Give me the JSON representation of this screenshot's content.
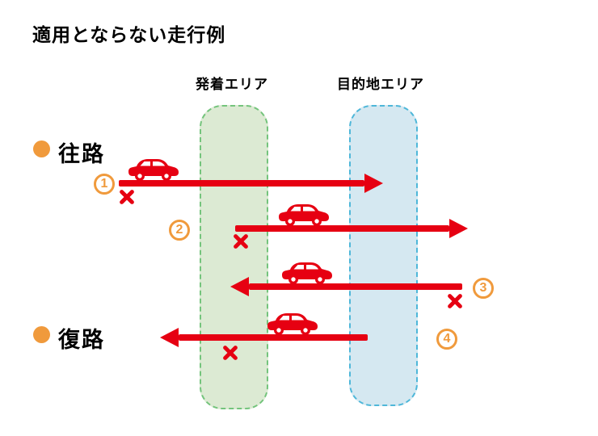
{
  "title": "適用とならない走行例",
  "zones": {
    "departure": {
      "label": "発着エリア"
    },
    "destination": {
      "label": "目的地エリア"
    }
  },
  "rows": {
    "outbound": {
      "label": "往路"
    },
    "return": {
      "label": "復路"
    }
  },
  "examples": [
    {
      "number": "1",
      "direction": "right",
      "crossed": true
    },
    {
      "number": "2",
      "direction": "right",
      "crossed": true
    },
    {
      "number": "3",
      "direction": "left",
      "crossed": true
    },
    {
      "number": "4",
      "direction": "left",
      "crossed": true
    }
  ],
  "icons": {
    "car": "red-car-side-view",
    "cross": "×"
  },
  "colors": {
    "red": "#e60012",
    "orange": "#f09a3c",
    "green-fill": "#dcead3",
    "green-border": "#74c47c",
    "blue-fill": "#d5e8f1",
    "blue-border": "#4eb7d9"
  }
}
